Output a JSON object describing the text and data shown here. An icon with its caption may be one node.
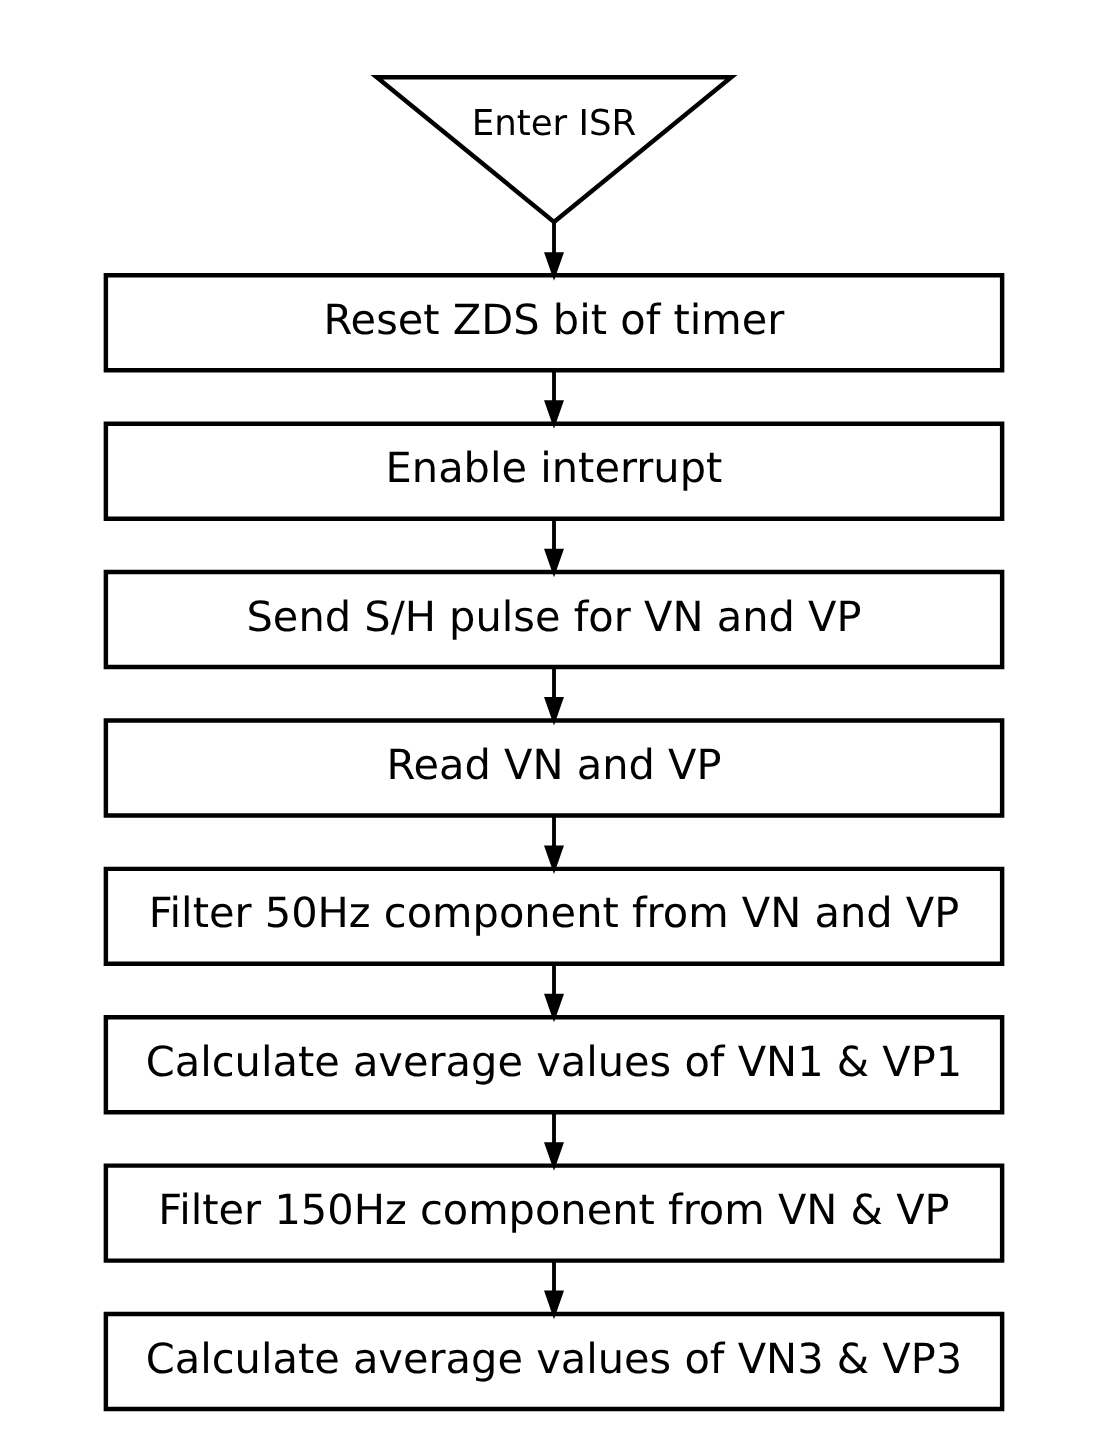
{
  "diagram": {
    "nodes": [
      {
        "text": [
          "Enter ISR"
        ]
      },
      {
        "text": [
          "Reset ZDS bit of timer"
        ]
      },
      {
        "text": [
          "Enable interrupt"
        ]
      },
      {
        "text": [
          "Send S/H pulse for VN and VP"
        ]
      },
      {
        "text": [
          "Read VN and VP"
        ]
      },
      {
        "text": [
          "Filter 50Hz component from VN and VP"
        ]
      },
      {
        "text": [
          "Calculate average values of VN1 & VP1"
        ]
      },
      {
        "text": [
          "Filter 150Hz component from VN & VP"
        ]
      },
      {
        "text": [
          "Calculate average values of VN3 & VP3"
        ]
      }
    ],
    "edges": [
      {
        "from": 0,
        "to": 1,
        "arrow": "to"
      },
      {
        "from": 1,
        "to": 2,
        "arrow": "to"
      },
      {
        "from": 2,
        "to": 3,
        "arrow": "to"
      },
      {
        "from": 3,
        "to": 4,
        "arrow": "to"
      },
      {
        "from": 4,
        "to": 5,
        "arrow": "to"
      },
      {
        "from": 5,
        "to": 6,
        "arrow": "to"
      },
      {
        "from": 6,
        "to": 7,
        "arrow": "to"
      },
      {
        "from": 7,
        "to": 8,
        "arrow": "to"
      }
    ]
  }
}
